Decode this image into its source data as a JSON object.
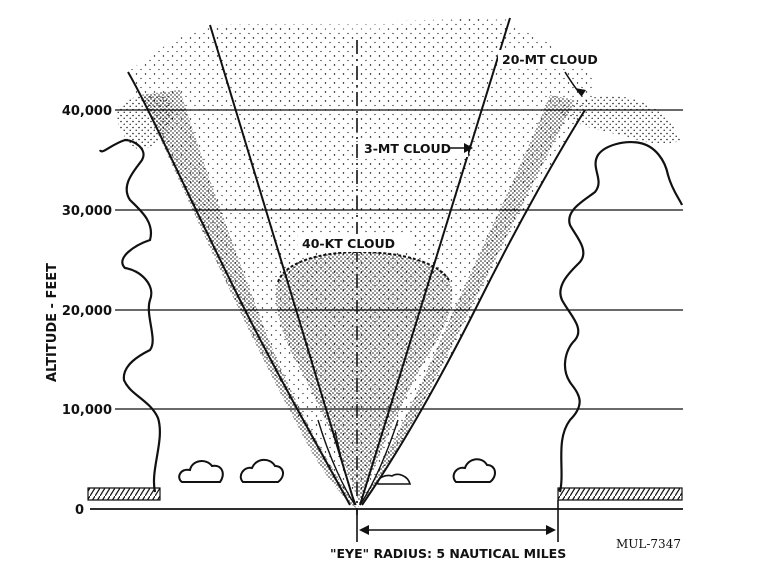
{
  "figure": {
    "axis_label": "ALTITUDE - FEET",
    "altitude_ticks": [
      "0",
      "10,000",
      "20,000",
      "30,000",
      "40,000"
    ],
    "cloud_labels": {
      "twenty_mt": "20-MT CLOUD",
      "three_mt": "3-MT CLOUD",
      "forty_kt": "40-KT CLOUD"
    },
    "eye_label": "\"EYE\" RADIUS: 5 NAUTICAL MILES",
    "figure_id": "MUL-7347",
    "ink_color": "#111111",
    "paper_color": "#ffffff"
  }
}
